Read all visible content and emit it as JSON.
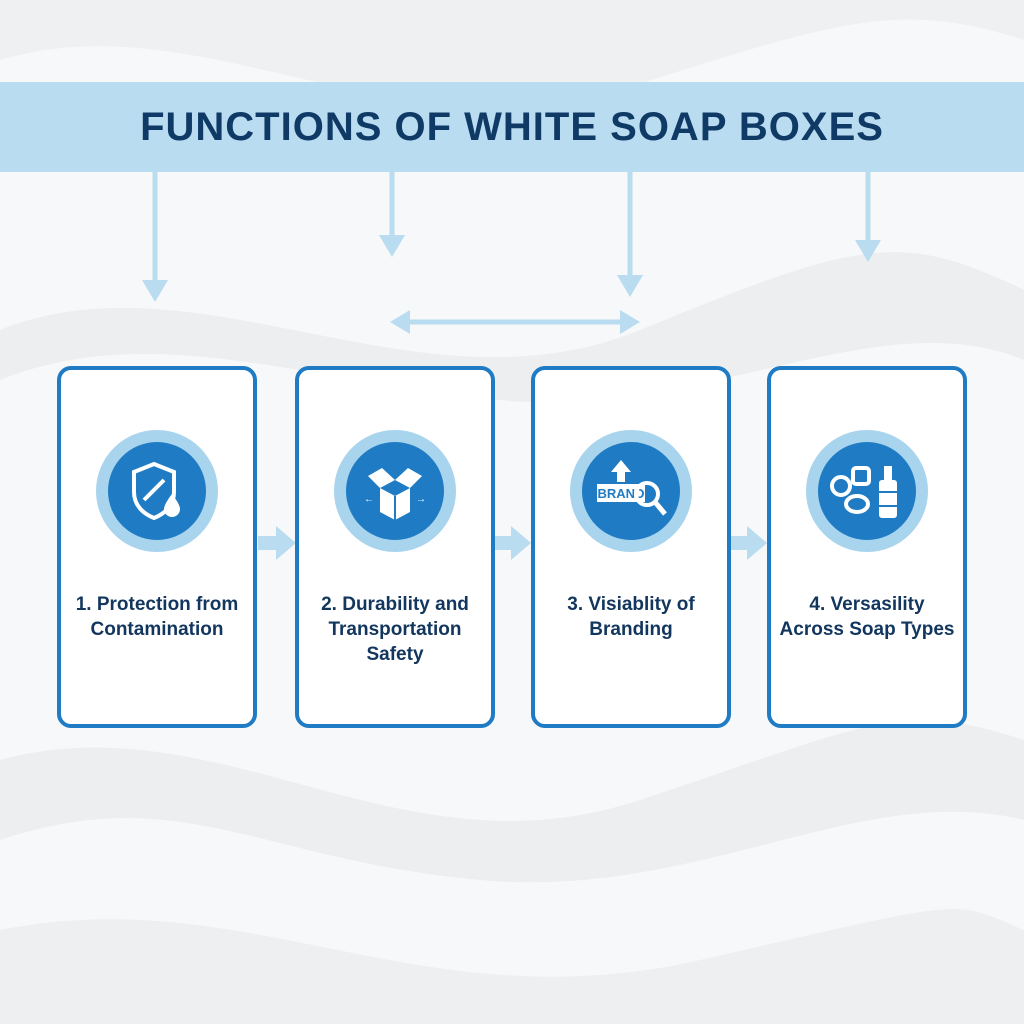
{
  "title": "FUNCTIONS OF WHITE SOAP BOXES",
  "colors": {
    "banner": "#b9dcf0",
    "title": "#0f3a66",
    "accent": "#1f7cc4",
    "arrow": "#b9dcf0"
  },
  "cards": [
    {
      "label": "1. Protection from Contamination",
      "icon": "shield-drop-icon"
    },
    {
      "label": "2. Durability and Transportation Safety",
      "icon": "open-box-icon"
    },
    {
      "label": "3. Visiablity of Branding",
      "icon": "brand-magnifier-icon",
      "icon_text": "BRAND"
    },
    {
      "label": "4. Versasility Across Soap Types",
      "icon": "soap-types-icon"
    }
  ]
}
